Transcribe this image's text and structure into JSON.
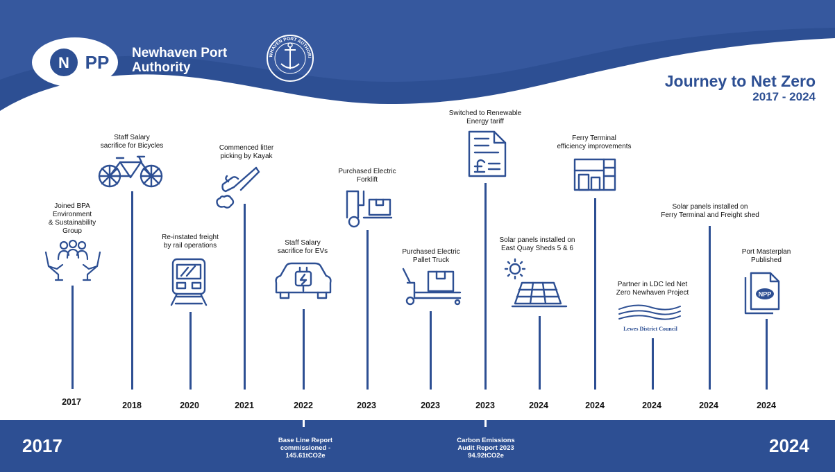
{
  "header": {
    "brand_line1": "Newhaven Port",
    "brand_line2": "Authority",
    "logo_text": "NPP",
    "seal_text": "NEWHAVEN PORT AUTHORITY",
    "title": "Journey to Net Zero",
    "subtitle": "2017 - 2024",
    "color": "#2d4f93"
  },
  "footer": {
    "start_year": "2017",
    "end_year": "2024",
    "notes": [
      {
        "lines": [
          "Base Line Report",
          "commissioned -",
          "145.61tCO2e"
        ]
      },
      {
        "lines": [
          "Carbon Emissions",
          "Audit Report 2023",
          "94.92tCO2e"
        ]
      }
    ]
  },
  "milestones": [
    {
      "year": "2017",
      "label": [
        "Joined BPA",
        "Environment",
        "& Sustainability",
        "Group"
      ],
      "icon": "hands-group-icon"
    },
    {
      "year": "2018",
      "label": [
        "Staff Salary",
        "sacrifice for Bicycles"
      ],
      "icon": "bicycle-icon"
    },
    {
      "year": "2020",
      "label": [
        "Re-instated freight",
        "by rail operations"
      ],
      "icon": "train-icon"
    },
    {
      "year": "2021",
      "label": [
        "Commenced litter",
        "picking by Kayak"
      ],
      "icon": "litter-picker-icon"
    },
    {
      "year": "2022",
      "label": [
        "Staff Salary",
        "sacrifice for EVs"
      ],
      "icon": "electric-car-icon"
    },
    {
      "year": "2023",
      "label": [
        "Purchased Electric",
        "Forklift"
      ],
      "icon": "forklift-icon"
    },
    {
      "year": "2023",
      "label": [
        "Purchased Electric",
        "Pallet Truck"
      ],
      "icon": "pallet-truck-icon"
    },
    {
      "year": "2023",
      "label": [
        "Switched to Renewable",
        "Energy tariff"
      ],
      "icon": "energy-bill-icon"
    },
    {
      "year": "2024",
      "label": [
        "Solar panels installed on",
        "East Quay Sheds 5 & 6"
      ],
      "icon": "solar-panel-icon"
    },
    {
      "year": "2024",
      "label": [
        "Ferry Terminal",
        "efficiency improvements"
      ],
      "icon": "building-icon"
    },
    {
      "year": "2024",
      "label": [
        "Partner in LDC led Net",
        "Zero Newhaven Project"
      ],
      "icon": "lewes-council-logo",
      "logo_text": "Lewes District Council"
    },
    {
      "year": "2024",
      "label": [
        "Solar panels installed on",
        "Ferry Terminal and Freight shed"
      ],
      "icon": "none"
    },
    {
      "year": "2024",
      "label": [
        "Port Masterplan",
        "Published"
      ],
      "icon": "document-logo-icon"
    }
  ]
}
